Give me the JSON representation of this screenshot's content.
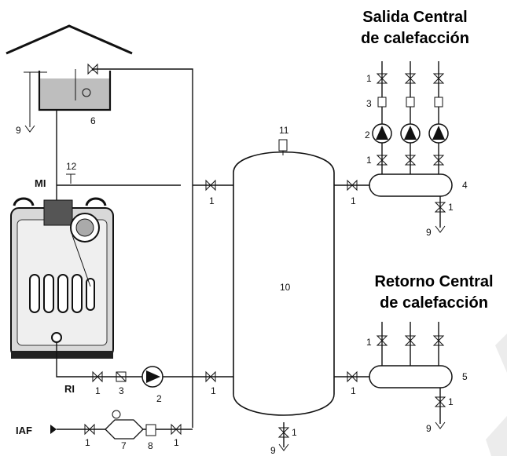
{
  "titles": {
    "salida_line1": "Salida Central",
    "salida_line2": "de calefacción",
    "retorno_line1": "Retorno Central",
    "retorno_line2": "de calefacción"
  },
  "labels": {
    "mi": "MI",
    "ri": "RI",
    "iaf": "IAF",
    "n1": "1",
    "n2": "2",
    "n3": "3",
    "n4": "4",
    "n5": "5",
    "n6": "6",
    "n7": "7",
    "n8": "8",
    "n9": "9",
    "n10": "10",
    "n11": "11",
    "n12": "12"
  }
}
